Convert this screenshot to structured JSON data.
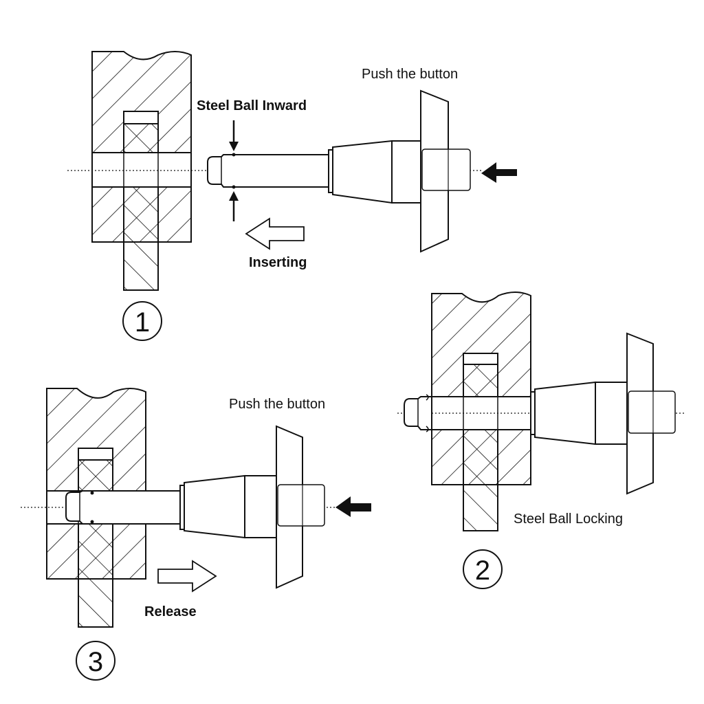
{
  "stages": [
    {
      "number": "1",
      "labels": {
        "top": "Push the button",
        "ball": "Steel Ball Inward",
        "motion": "Inserting"
      }
    },
    {
      "number": "2",
      "labels": {
        "status": "Steel Ball Locking"
      }
    },
    {
      "number": "3",
      "labels": {
        "top": "Push the button",
        "motion": "Release"
      }
    }
  ],
  "colors": {
    "line": "#111111",
    "background": "#ffffff"
  }
}
